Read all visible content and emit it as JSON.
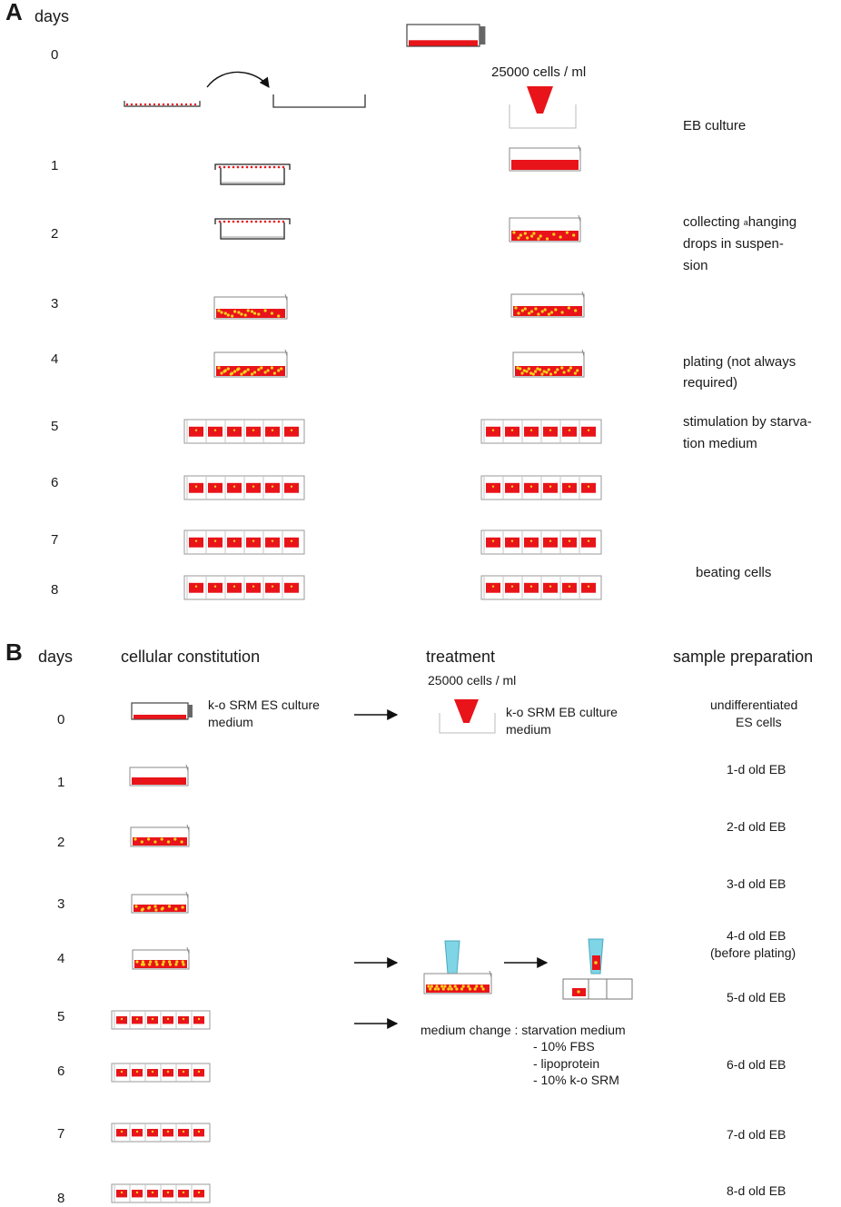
{
  "panel_a": {
    "letter": "A",
    "days_label": "days",
    "days": [
      "0",
      "1",
      "2",
      "3",
      "4",
      "5",
      "6",
      "7",
      "8"
    ],
    "density": "25000 cells / ml",
    "notes": {
      "eb_culture": "EB culture",
      "collecting_l1": "collecting ",
      "collecting_sup": "a",
      "collecting_l1b": "hanging",
      "collecting_l2": "drops in suspen-",
      "collecting_l3": "sion",
      "plating_l1": "plating (not always",
      "plating_l2": "required)",
      "stim_l1": "stimulation by starva-",
      "stim_l2": "tion medium",
      "beating": "beating cells"
    }
  },
  "panel_b": {
    "letter": "B",
    "days_label": "days",
    "col_cellular": "cellular constitution",
    "col_treatment": "treatment",
    "col_sample": "sample preparation",
    "days": [
      "0",
      "1",
      "2",
      "3",
      "4",
      "5",
      "6",
      "7",
      "8"
    ],
    "es_medium_l1": "k-o SRM ES culture",
    "es_medium_l2": "medium",
    "density": "25000 cells / ml",
    "eb_medium_l1": "k-o SRM EB culture",
    "eb_medium_l2": "medium",
    "medium_change": "medium change : starvation medium",
    "options": [
      "- 10% FBS",
      "- lipoprotein",
      "- 10% k-o SRM"
    ],
    "samples": {
      "s0_l1": "undifferentiated",
      "s0_l2": "ES cells",
      "s1": "1-d old EB",
      "s2": "2-d old EB",
      "s3": "3-d old EB",
      "s4_l1": "4-d old EB",
      "s4_l2": "(before plating)",
      "s5": "5-d old EB",
      "s6": "6-d old EB",
      "s7": "7-d old EB",
      "s8": "8-d old EB"
    }
  },
  "colors": {
    "medium": "#e8141a",
    "eb": "#f6d21e",
    "tip": "#7fd4e6",
    "outline": "#555555"
  }
}
